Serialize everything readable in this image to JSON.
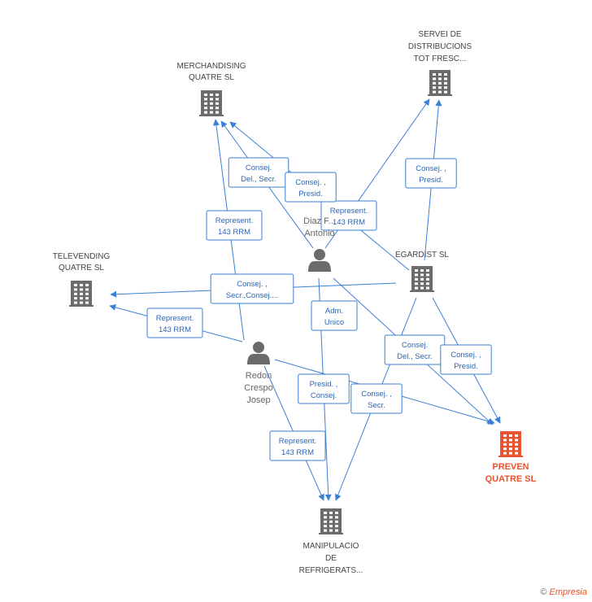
{
  "colors": {
    "edge": "#3c7fd6",
    "company": "#6b6b6b",
    "main_company": "#e8542f",
    "person": "#6b6b6b"
  },
  "nodes": [
    {
      "id": "merch",
      "kind": "company",
      "lines": [
        "MERCHANDISING",
        "QUATRE SL"
      ]
    },
    {
      "id": "servei",
      "kind": "company",
      "lines": [
        "SERVEI DE",
        "DISTRIBUCIONS",
        "TOT FRESC..."
      ]
    },
    {
      "id": "televending",
      "kind": "company",
      "lines": [
        "TELEVENDING",
        "QUATRE SL"
      ]
    },
    {
      "id": "egardist",
      "kind": "company",
      "lines": [
        "EGARDIST SL"
      ]
    },
    {
      "id": "preven",
      "kind": "main",
      "lines": [
        "PREVEN",
        "QUATRE SL"
      ]
    },
    {
      "id": "manipulacio",
      "kind": "company",
      "lines": [
        "MANIPULACIO",
        "DE",
        "REFRIGERATS..."
      ]
    },
    {
      "id": "diaz",
      "kind": "person",
      "lines": [
        "Diaz F...",
        "Antonio"
      ]
    },
    {
      "id": "redon",
      "kind": "person",
      "lines": [
        "Redon",
        "Crespo",
        "Josep"
      ]
    }
  ],
  "edges": [
    {
      "from": "redon",
      "to": "merch",
      "lines": [
        "Represent.",
        "143 RRM"
      ]
    },
    {
      "from": "redon",
      "to": "televending",
      "lines": [
        "Represent.",
        "143 RRM"
      ]
    },
    {
      "from": "redon",
      "to": "manipulacio",
      "lines": [
        "Represent.",
        "143 RRM"
      ]
    },
    {
      "from": "redon",
      "to": "preven",
      "lines": [
        "Presid. ,",
        "Consej."
      ]
    },
    {
      "from": "diaz",
      "to": "merch",
      "lines": [
        "Consej.",
        "Del., Secr."
      ]
    },
    {
      "from": "diaz",
      "to": "servei",
      "lines": [
        "Represent.",
        "143 RRM"
      ]
    },
    {
      "from": "diaz",
      "to": "manipulacio",
      "lines": [
        "Adm.",
        "Unico"
      ]
    },
    {
      "from": "diaz",
      "to": "preven",
      "lines": [
        "Consej.",
        "Del., Secr."
      ]
    },
    {
      "from": "egardist",
      "to": "merch",
      "lines": [
        "Consej. ,",
        "Presid."
      ]
    },
    {
      "from": "egardist",
      "to": "servei",
      "lines": [
        "Consej. ,",
        "Presid."
      ]
    },
    {
      "from": "egardist",
      "to": "televending",
      "lines": [
        "Consej. ,",
        "Secr.,Consej...."
      ]
    },
    {
      "from": "egardist",
      "to": "preven",
      "lines": [
        "Consej. ,",
        "Presid."
      ]
    },
    {
      "from": "egardist",
      "to": "manipulacio",
      "lines": [
        "Consej. ,",
        "Secr."
      ]
    }
  ],
  "footer": {
    "copyright": "©",
    "brand": "Empresia"
  }
}
